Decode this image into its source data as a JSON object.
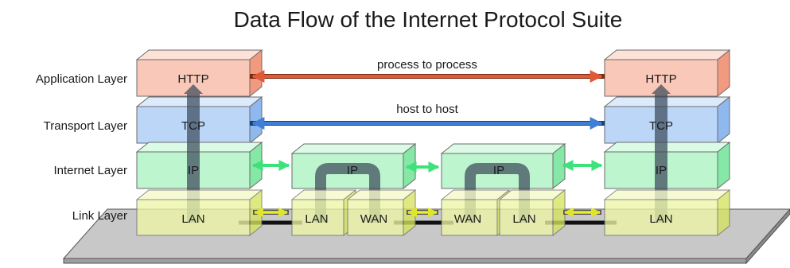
{
  "title": "Data Flow of the Internet Protocol Suite",
  "layers": [
    {
      "key": "application",
      "label": "Application Layer"
    },
    {
      "key": "transport",
      "label": "Transport Layer"
    },
    {
      "key": "internet",
      "label": "Internet Layer"
    },
    {
      "key": "link",
      "label": "Link Layer"
    }
  ],
  "stacks": {
    "host_a": {
      "http": "HTTP",
      "tcp": "TCP",
      "ip": "IP",
      "lan": "LAN"
    },
    "router_1": {
      "ip": "IP",
      "lan": "LAN",
      "wan": "WAN"
    },
    "router_2": {
      "ip": "IP",
      "wan": "WAN",
      "lan": "LAN"
    },
    "host_b": {
      "http": "HTTP",
      "tcp": "TCP",
      "ip": "IP",
      "lan": "LAN"
    }
  },
  "connections": {
    "application": "process to process",
    "transport": "host to host"
  },
  "colors": {
    "application": "#f9c8b8",
    "transport": "#bcd6f7",
    "internet": "#bdf5cf",
    "link": "#ecf5a6",
    "process_arrow": "#e05a37",
    "host_arrow": "#3f7fd6",
    "internet_arrow": "#3ee27a",
    "link_arrow": "#e6ef2a",
    "data_path": "#3b4a5a",
    "ground": "#c8c8c8"
  }
}
